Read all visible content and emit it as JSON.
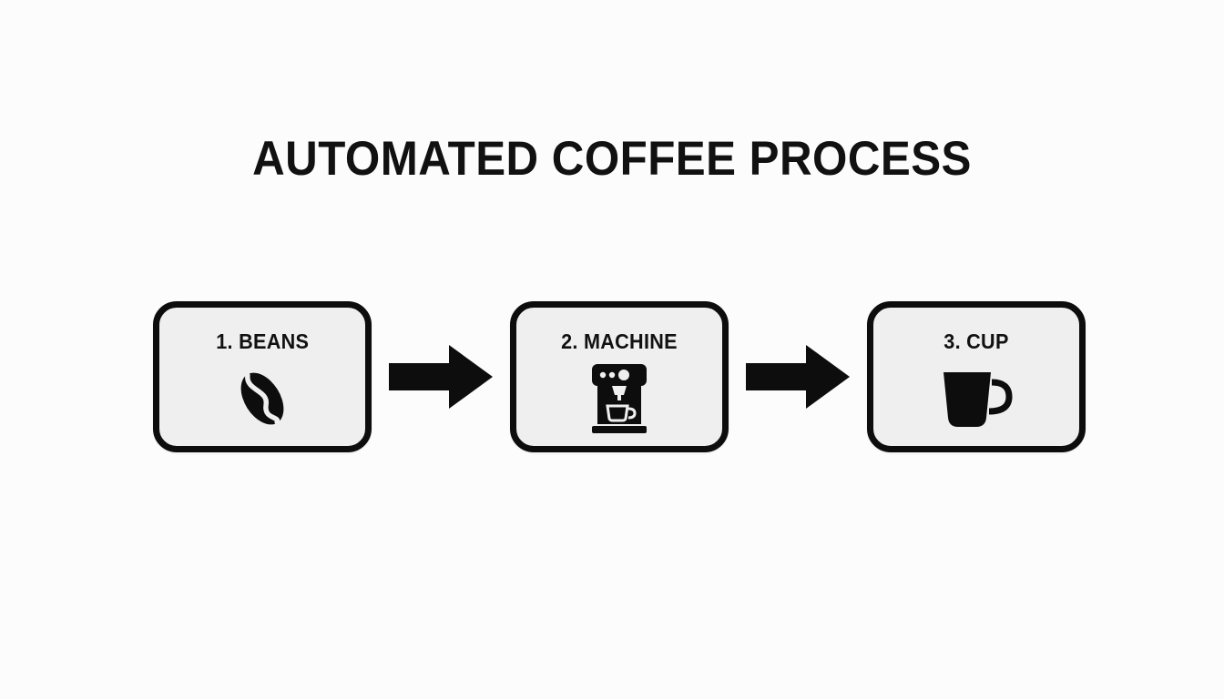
{
  "page": {
    "background_color": "#fcfcfd",
    "title": "AUTOMATED COFFEE PROCESS",
    "title_color": "#111111"
  },
  "theme": {
    "box_fill": "#efefef",
    "box_border": "#0d0d0d",
    "icon_color": "#0d0d0d",
    "arrow_color": "#0d0d0d"
  },
  "diagram": {
    "type": "process-flow",
    "orientation": "horizontal",
    "step_count": 3,
    "steps": [
      {
        "index": "1",
        "label": "1. BEANS",
        "name": "BEANS",
        "icon": "coffee-bean-icon"
      },
      {
        "index": "2",
        "label": "2. MACHINE",
        "name": "MACHINE",
        "icon": "espresso-machine-icon"
      },
      {
        "index": "3",
        "label": "3. CUP",
        "name": "CUP",
        "icon": "coffee-cup-icon"
      }
    ],
    "connectors": [
      {
        "icon": "arrow-right-icon",
        "from": "1. BEANS",
        "to": "2. MACHINE"
      },
      {
        "icon": "arrow-right-icon",
        "from": "2. MACHINE",
        "to": "3. CUP"
      }
    ]
  }
}
